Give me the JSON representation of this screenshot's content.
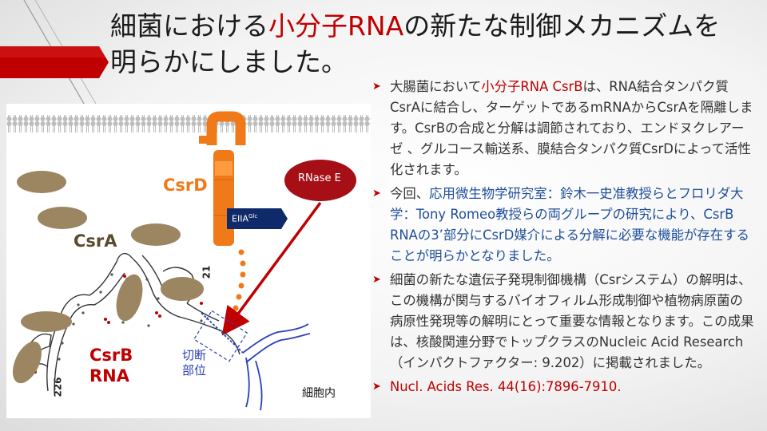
{
  "title": {
    "line1_pre": "細菌における",
    "line1_highlight": "小分子RNA",
    "line1_post": "の新たな制御メカニズムを",
    "line2": "明らかにしました。"
  },
  "figure": {
    "csrd": "CsrD",
    "rnase": "RNase E",
    "eiia": "EIIA",
    "eiia_sup": "Glc",
    "csra": "CsrA",
    "csrb1": "CsrB",
    "csrb2": "RNA",
    "cleave1": "切断",
    "cleave2": "部位",
    "cell": "細胞内",
    "num_21": "21",
    "num_226": "226"
  },
  "bullets": {
    "b1_pre": "大腸菌において",
    "b1_hl": "小分子RNA CsrB",
    "b1_post": "は、RNA結合タンパク質CsrAに結合し、ターゲットであるmRNAからCsrAを隔離します。CsrBの合成と分解は調節されており、エンドヌクレアーゼ 、グルコース輸送系、膜結合タンパク質CsrDによって活性化されます。",
    "b2_pre": "今回、",
    "b2_blue": "応用微生物学研究室：鈴木一史准教授らとフロリダ大学：Tony Romeo教授らの両グループの研究により、CsrB RNAの3’部分にCsrD媒介による分解に必要な機能が存在することが明らかとなりました。",
    "b3": "細菌の新たな遺伝子発現制御機構（Csrシステム）の解明は、この機構が関与するバイオフィルム形成制御や植物病原菌の病原性発現等の解明にとって重要な情報となります。この成果は、核酸関連分野でトップクラスのNucleic Acid Research（インパクトファクター: 9.202）に掲載されました。",
    "b4": "Nucl. Acids Res. 44(16):7896-7910."
  },
  "colors": {
    "accent": "#c00000",
    "orange": "#f07a1a",
    "blue": "#1f4e9b",
    "csra": "#9c8561",
    "navy": "#0f2a6b"
  }
}
